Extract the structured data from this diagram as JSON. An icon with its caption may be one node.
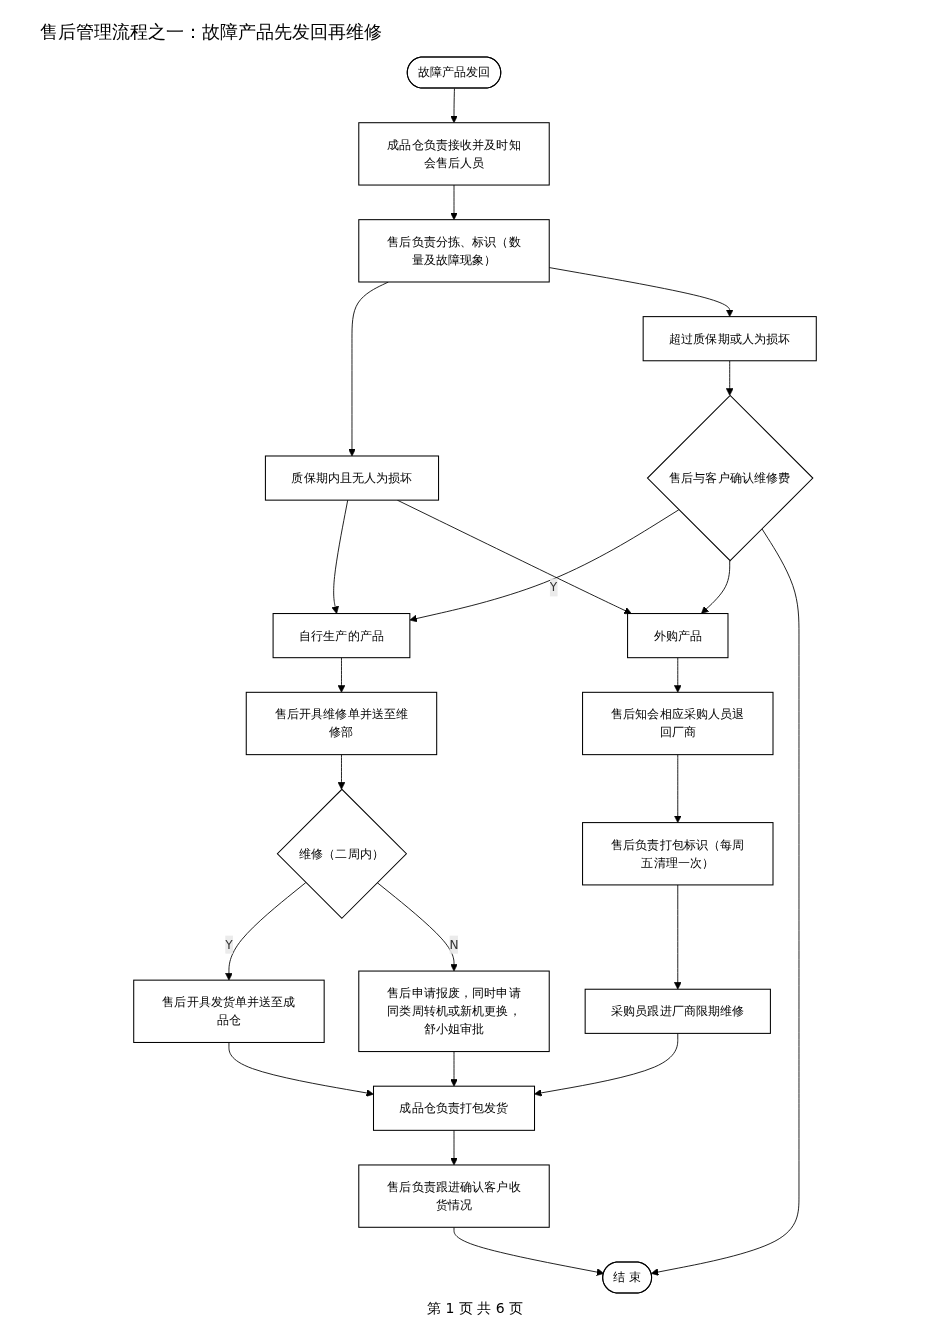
{
  "diagram": {
    "title": "售后管理流程之一：故障产品先发回再维修",
    "nodes": [
      {
        "text": [
          "故障产品发回"
        ]
      },
      {
        "text": [
          "成品仓负责接收并及时知会售后人员"
        ]
      },
      {
        "text": [
          "售后负责分拣、标识（数量及故障现象）"
        ]
      },
      {
        "text": [
          "质保期内且无人为损坏"
        ]
      },
      {
        "text": [
          "超过质保期或人为损坏"
        ]
      },
      {
        "text": [
          "售后与客户确认维修费"
        ]
      },
      {
        "text": [
          "自行生产的产品"
        ]
      },
      {
        "text": [
          "外购产品"
        ]
      },
      {
        "text": [
          "售后开具维修单并送至维修部"
        ]
      },
      {
        "text": [
          "售后知会相应采购人员退回厂商"
        ]
      },
      {
        "text": [
          "维修（二周内）"
        ]
      },
      {
        "text": [
          "售后负责打包标识（每周五清理一次）"
        ]
      },
      {
        "text": [
          "采购员跟进厂商限期维修"
        ]
      },
      {
        "text": [
          "售后开具发货单并送至成品仓"
        ]
      },
      {
        "text": [
          "售后申请报废，同时申请同类周转机或新机更换，舒小姐审批"
        ]
      },
      {
        "text": [
          "成品仓负责打包发货"
        ]
      },
      {
        "text": [
          "售后负责跟进确认客户收货情况"
        ]
      },
      {
        "text": [
          "结 束"
        ]
      }
    ],
    "edges": [
      {
        "from": 0,
        "to": 1,
        "arrow": "to"
      },
      {
        "from": 1,
        "to": 2,
        "arrow": "to"
      },
      {
        "from": 2,
        "to": 3,
        "arrow": "to"
      },
      {
        "from": 2,
        "to": 4,
        "arrow": "to"
      },
      {
        "from": 4,
        "to": 5,
        "arrow": "to"
      },
      {
        "from": 3,
        "to": 6,
        "arrow": "to"
      },
      {
        "from": 3,
        "to": 7,
        "arrow": "to"
      },
      {
        "from": 5,
        "to": 6,
        "arrow": "to",
        "label": "Y"
      },
      {
        "from": 5,
        "to": 7,
        "arrow": "to"
      },
      {
        "from": 6,
        "to": 8,
        "arrow": "to"
      },
      {
        "from": 7,
        "to": 9,
        "arrow": "to"
      },
      {
        "from": 8,
        "to": 10,
        "arrow": "to"
      },
      {
        "from": 9,
        "to": 11,
        "arrow": "to"
      },
      {
        "from": 11,
        "to": 12,
        "arrow": "to"
      },
      {
        "from": 10,
        "to": 13,
        "arrow": "to",
        "label": "Y"
      },
      {
        "from": 10,
        "to": 14,
        "arrow": "to",
        "label": "N"
      },
      {
        "from": 13,
        "to": 15,
        "arrow": "to"
      },
      {
        "from": 14,
        "to": 15,
        "arrow": "to"
      },
      {
        "from": 12,
        "to": 15,
        "arrow": "to"
      },
      {
        "from": 15,
        "to": 16,
        "arrow": "to"
      },
      {
        "from": 16,
        "to": 17,
        "arrow": "to"
      },
      {
        "from": 5,
        "to": 17,
        "arrow": "to"
      }
    ],
    "labels": [
      "第 1 页 共 6 页"
    ]
  }
}
